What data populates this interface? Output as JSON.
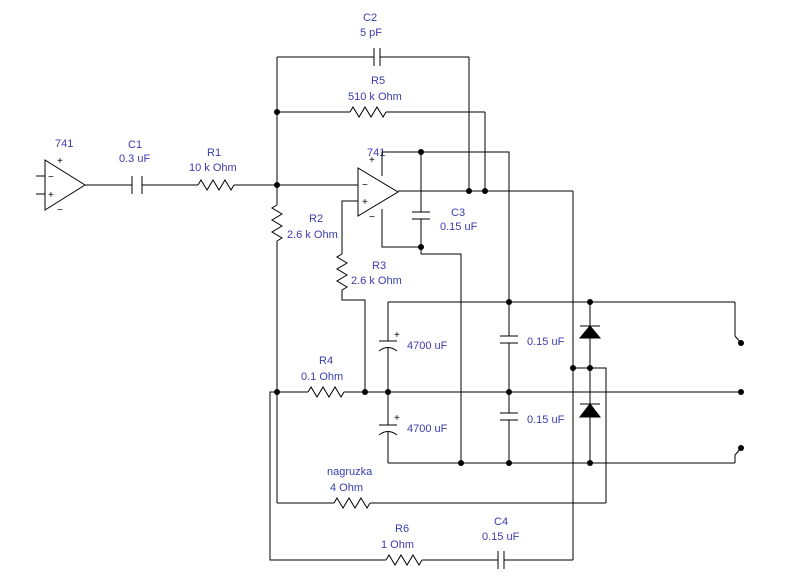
{
  "labels": {
    "op_in": "741",
    "op_main": "741",
    "c1_name": "C1",
    "c1_val": "0.3 uF",
    "r1_name": "R1",
    "r1_val": "10 k Ohm",
    "c2_name": "C2",
    "c2_val": "5 pF",
    "r5_name": "R5",
    "r5_val": "510 k Ohm",
    "r2_name": "R2",
    "r2_val": "2.6 k Ohm",
    "r3_name": "R3",
    "r3_val": "2.6 k Ohm",
    "c3_name": "C3",
    "c3_val": "0.15 uF",
    "r4_name": "R4",
    "r4_val": "0.1  Ohm",
    "cap_top_val": "4700 uF",
    "cap_bot_val": "4700 uF",
    "cf_top_val": "0.15 uF",
    "cf_bot_val": "0.15 uF",
    "load_name": "nagruzka",
    "load_val": "4  Ohm",
    "r6_name": "R6",
    "r6_val": "1  Ohm",
    "c4_name": "C4",
    "c4_val": "0.15 uF"
  },
  "colors": {
    "label": "#3b3bb0",
    "wire": "#000000",
    "background": "#ffffff"
  }
}
